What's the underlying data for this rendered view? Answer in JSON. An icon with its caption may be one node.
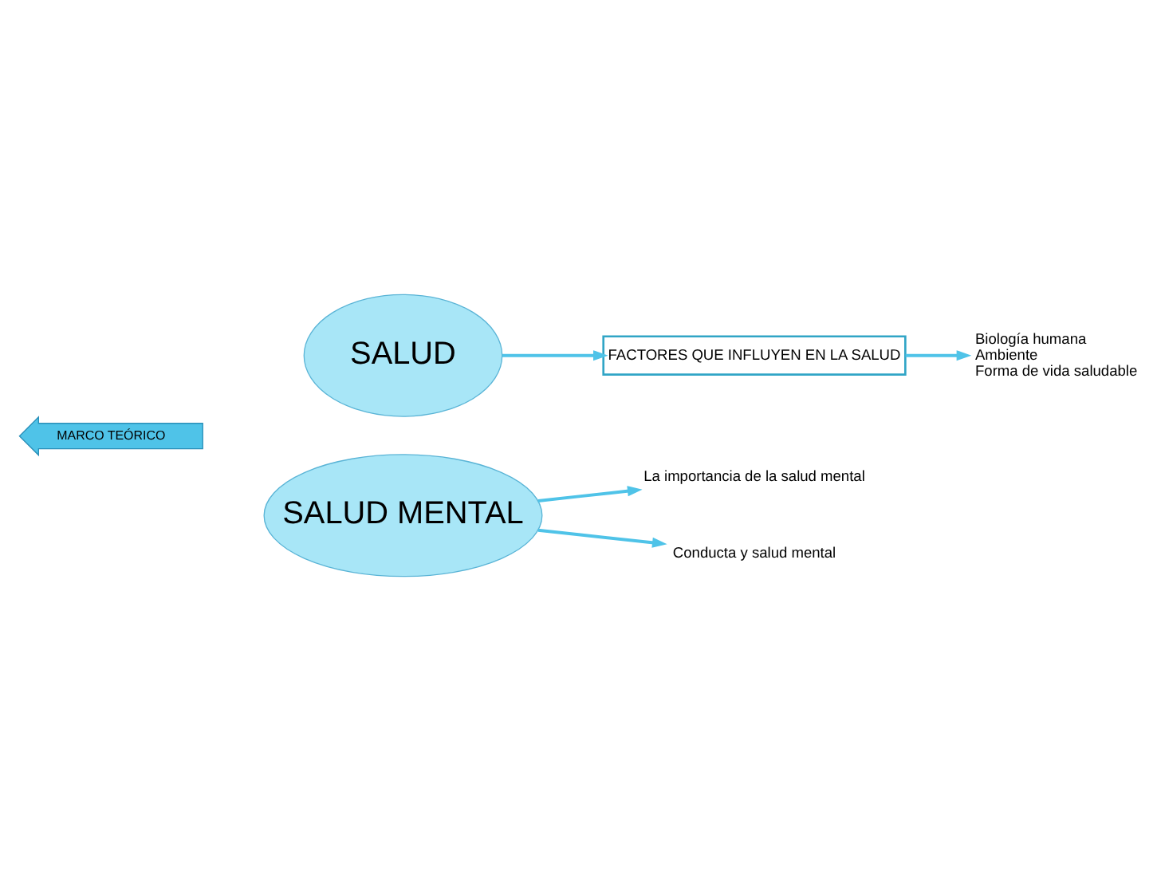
{
  "diagram": {
    "nodes": [
      {
        "text": [
          "MARCO TEÓRICO"
        ]
      },
      {
        "text": [
          "SALUD"
        ]
      },
      {
        "text": [
          "FACTORES QUE INFLUYEN EN LA SALUD"
        ]
      },
      {
        "text": [
          "Biología humana",
          "Ambiente",
          "Forma de vida saludable"
        ]
      },
      {
        "text": [
          "SALUD MENTAL"
        ]
      },
      {
        "text": [
          "La importancia de la salud mental"
        ]
      },
      {
        "text": [
          "Conducta y salud mental"
        ]
      }
    ],
    "edges": [
      {
        "from": 1,
        "to": 2,
        "arrow": "to"
      },
      {
        "from": 2,
        "to": 3,
        "arrow": "to"
      },
      {
        "from": 4,
        "to": 5,
        "arrow": "to"
      },
      {
        "from": 4,
        "to": 6,
        "arrow": "to"
      }
    ]
  }
}
